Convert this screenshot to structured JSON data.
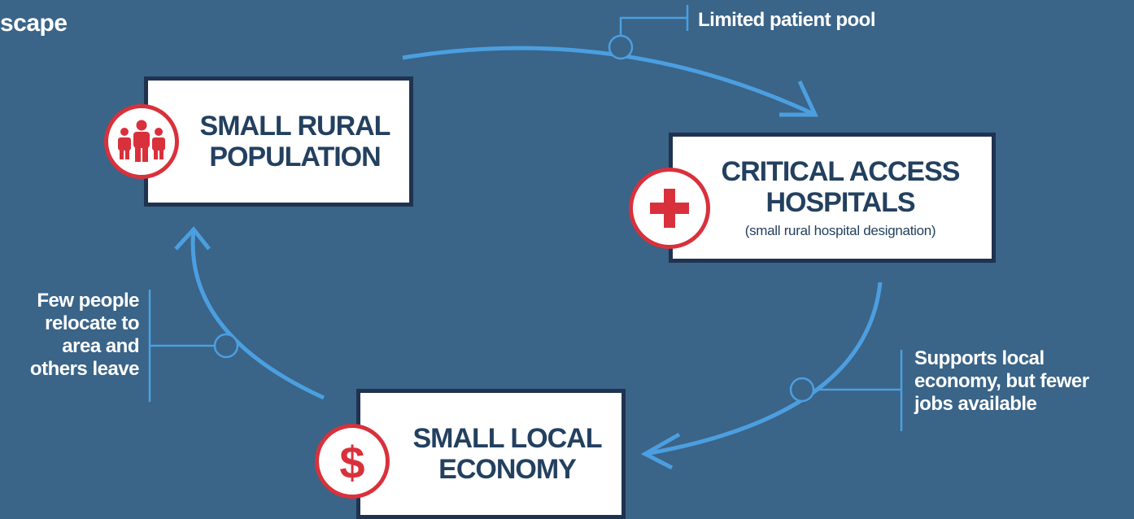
{
  "title": "scape",
  "nodes": {
    "population": {
      "title": "SMALL RURAL\nPOPULATION",
      "icon": "people-icon"
    },
    "hospitals": {
      "title": "CRITICAL ACCESS\nHOSPITALS",
      "subtitle": "(small rural hospital designation)",
      "icon": "plus-icon"
    },
    "economy": {
      "title": "SMALL LOCAL\nECONOMY",
      "icon": "dollar-icon"
    }
  },
  "edges": {
    "population_to_hospitals": "Limited patient pool",
    "hospitals_to_economy": "Supports local\neconomy, but fewer\njobs available",
    "economy_to_population": "Few people\nrelocate to\narea and\nothers leave"
  },
  "colors": {
    "background": "#3a6488",
    "arrow": "#4b9fe0",
    "accent": "#d9313c",
    "box_border": "#1f3350",
    "text_dark": "#23405f"
  }
}
